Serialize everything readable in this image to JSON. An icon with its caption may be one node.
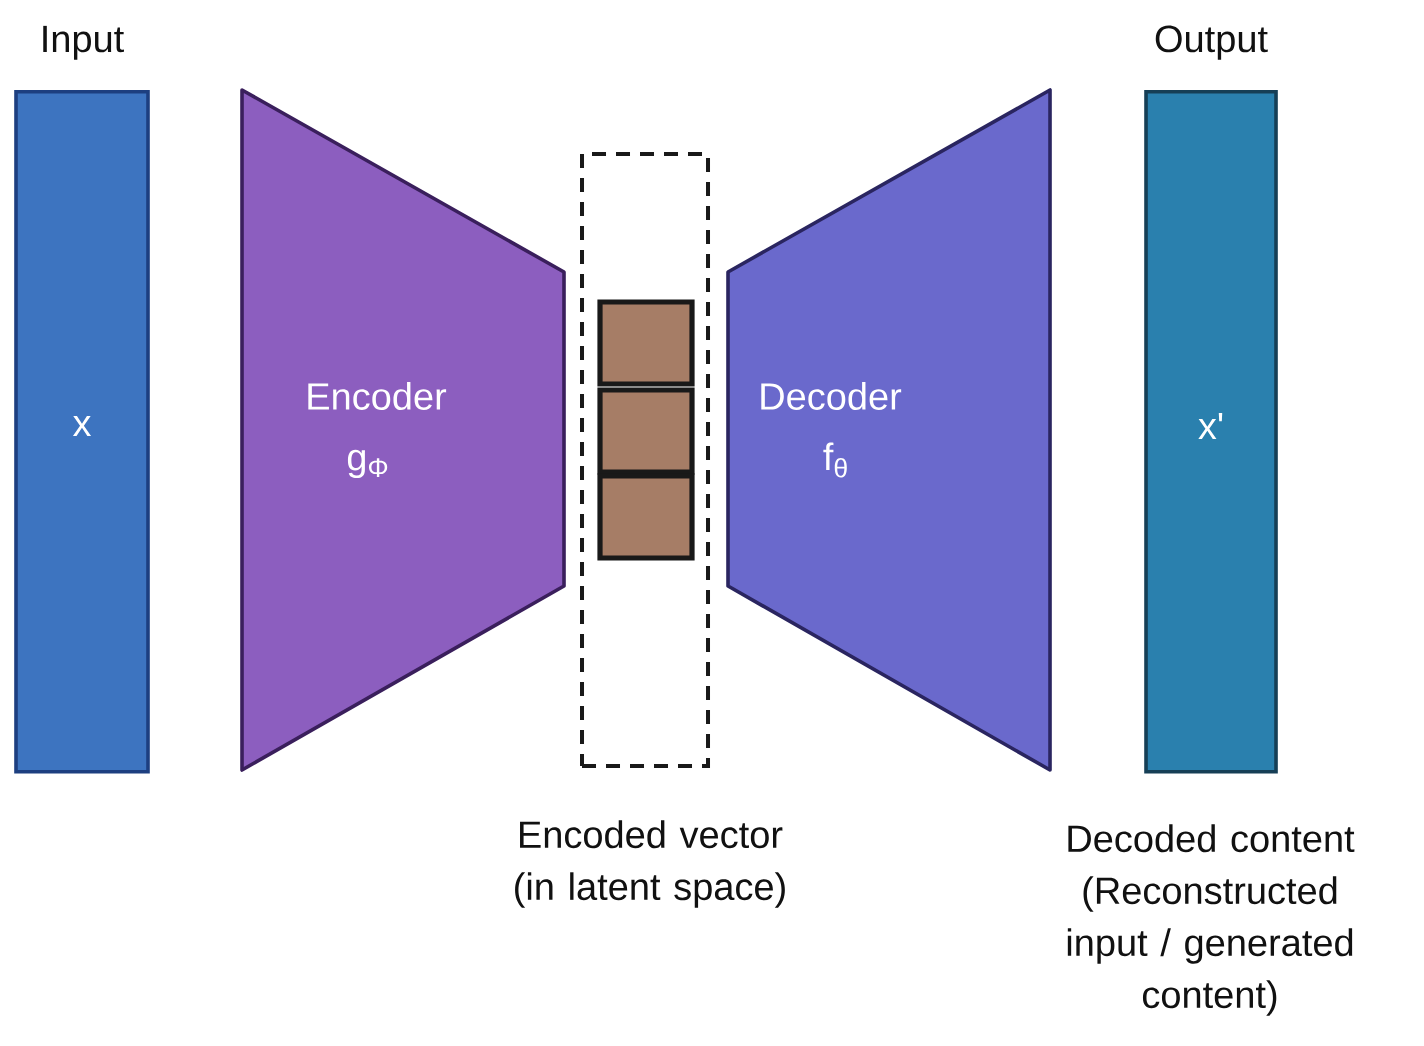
{
  "diagram": {
    "nodes": [
      {
        "text": [
          "Input",
          "x"
        ]
      },
      {
        "text": [
          "Encoder",
          "g$_{Φ}$"
        ]
      },
      {
        "text": [],
        "shape": "box",
        "beside": [
          "Encoded vector (in latent space)"
        ]
      },
      {
        "text": [],
        "shape": "box",
        "in": 2
      },
      {
        "text": [],
        "shape": "box",
        "in": 2
      },
      {
        "text": [],
        "shape": "box",
        "in": 2
      },
      {
        "text": [
          "Decoder",
          "f$_{θ}$"
        ]
      },
      {
        "text": [
          "Output",
          "x'"
        ],
        "beside": [
          "Decoded content (Reconstructed input / generated content)"
        ]
      }
    ]
  }
}
